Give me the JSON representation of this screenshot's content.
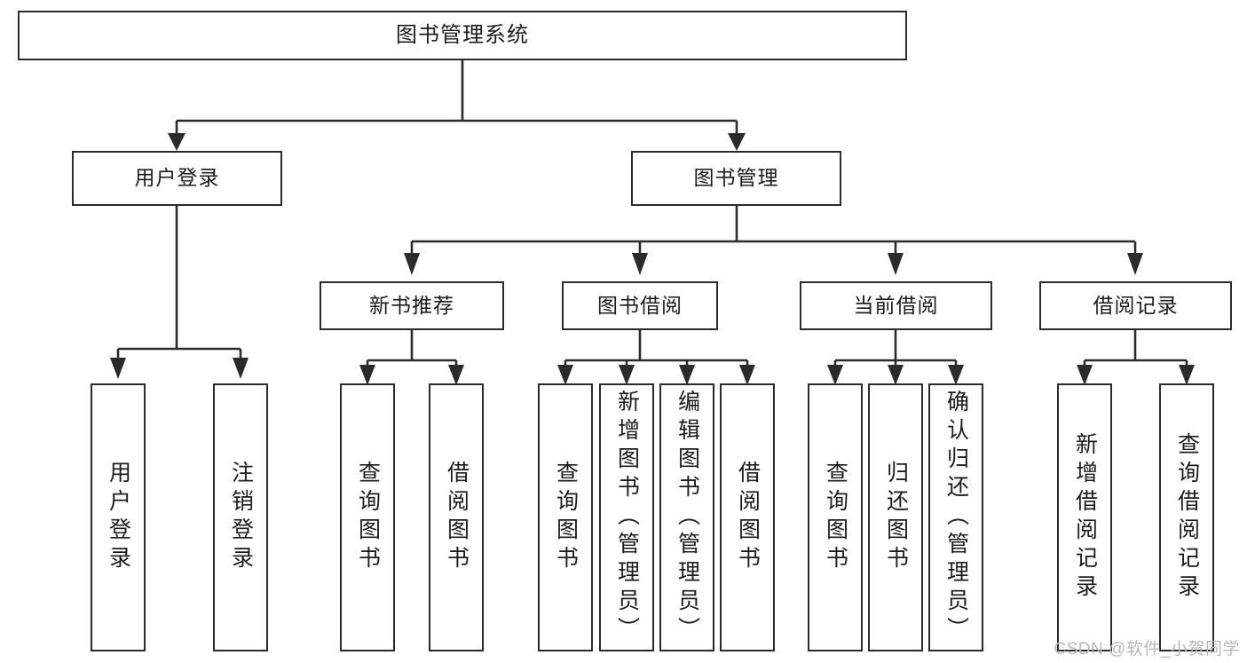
{
  "diagram": {
    "title": "图书管理系统",
    "type": "tree-hierarchy",
    "root": {
      "label": "图书管理系统"
    },
    "level2": [
      {
        "label": "用户登录"
      },
      {
        "label": "图书管理"
      }
    ],
    "level3": [
      {
        "label": "新书推荐"
      },
      {
        "label": "图书借阅"
      },
      {
        "label": "当前借阅"
      },
      {
        "label": "借阅记录"
      }
    ],
    "leaves": {
      "user_login": [
        {
          "label": "用户登录"
        },
        {
          "label": "注销登录"
        }
      ],
      "new_book_recommend": [
        {
          "label": "查询图书"
        },
        {
          "label": "借阅图书"
        }
      ],
      "book_borrow": [
        {
          "label": "查询图书"
        },
        {
          "label": "新增图书（管理员）"
        },
        {
          "label": "编辑图书（管理员）"
        },
        {
          "label": "借阅图书"
        }
      ],
      "current_borrow": [
        {
          "label": "查询图书"
        },
        {
          "label": "归还图书"
        },
        {
          "label": "确认归还（管理员）"
        }
      ],
      "borrow_record": [
        {
          "label": "新增借阅记录"
        },
        {
          "label": "查询借阅记录"
        }
      ]
    }
  },
  "watermark": {
    "text": "CSDN @软件_小贺同学"
  },
  "colors": {
    "stroke": "#2b2b2b",
    "text": "#1c1c1c",
    "background": "#ffffff",
    "watermark": "#b9b9b9"
  }
}
